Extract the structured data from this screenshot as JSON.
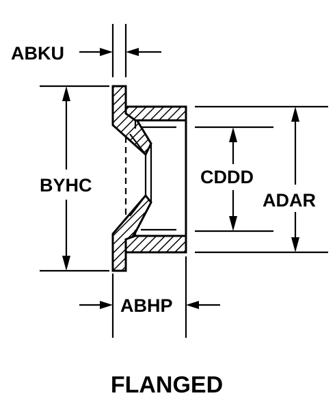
{
  "dimensions": {
    "abku": "ABKU",
    "byhc": "BYHC",
    "cddd": "CDDD",
    "adar": "ADAR",
    "abhp": "ABHP"
  },
  "caption": "FLANGED"
}
